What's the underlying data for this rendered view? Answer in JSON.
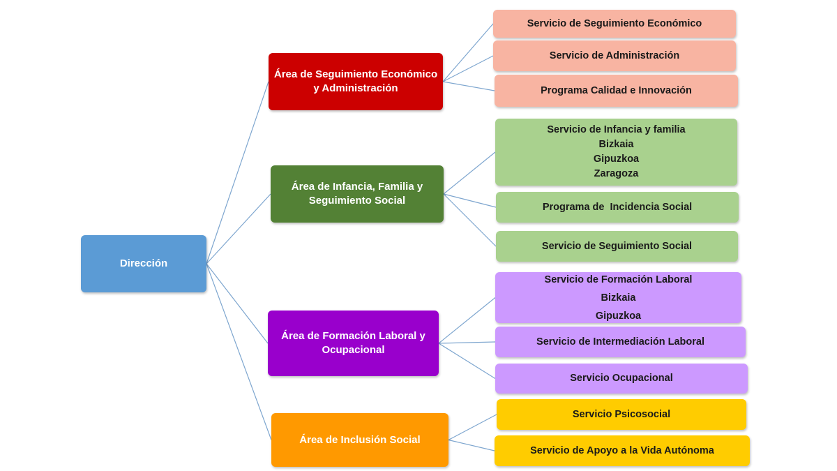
{
  "root": {
    "label": "Dirección"
  },
  "areas": [
    {
      "label": "Área de Seguimiento Económico\ny Administración",
      "color": "#cc0000",
      "services": [
        {
          "lines": [
            "Servicio de Seguimiento Económico"
          ]
        },
        {
          "lines": [
            "Servicio de Administración"
          ]
        },
        {
          "lines": [
            "Programa Calidad e Innovación"
          ]
        }
      ]
    },
    {
      "label": "Área de Infancia, Familia y\nSeguimiento Social",
      "color": "#538135",
      "services": [
        {
          "lines": [
            "Servicio de Infancia y familia",
            "Bizkaia",
            "Gipuzkoa",
            "Zaragoza"
          ]
        },
        {
          "lines": [
            "Programa de  Incidencia Social"
          ]
        },
        {
          "lines": [
            "Servicio de Seguimiento Social"
          ]
        }
      ]
    },
    {
      "label": "Área de Formación Laboral y\nOcupacional",
      "color": "#9900cc",
      "services": [
        {
          "lines": [
            "Servicio de Formación Laboral",
            "Bizkaia",
            "Gipuzkoa"
          ]
        },
        {
          "lines": [
            "Servicio de Intermediación Laboral"
          ]
        },
        {
          "lines": [
            "Servicio Ocupacional"
          ]
        }
      ]
    },
    {
      "label": "Área de Inclusión Social",
      "color": "#ff9900",
      "services": [
        {
          "lines": [
            "Servicio Psicosocial"
          ]
        },
        {
          "lines": [
            "Servicio de Apoyo a la Vida Autónoma"
          ]
        }
      ]
    }
  ],
  "colors": {
    "root": "#5b9bd5",
    "connector": "#7ea6cf"
  }
}
